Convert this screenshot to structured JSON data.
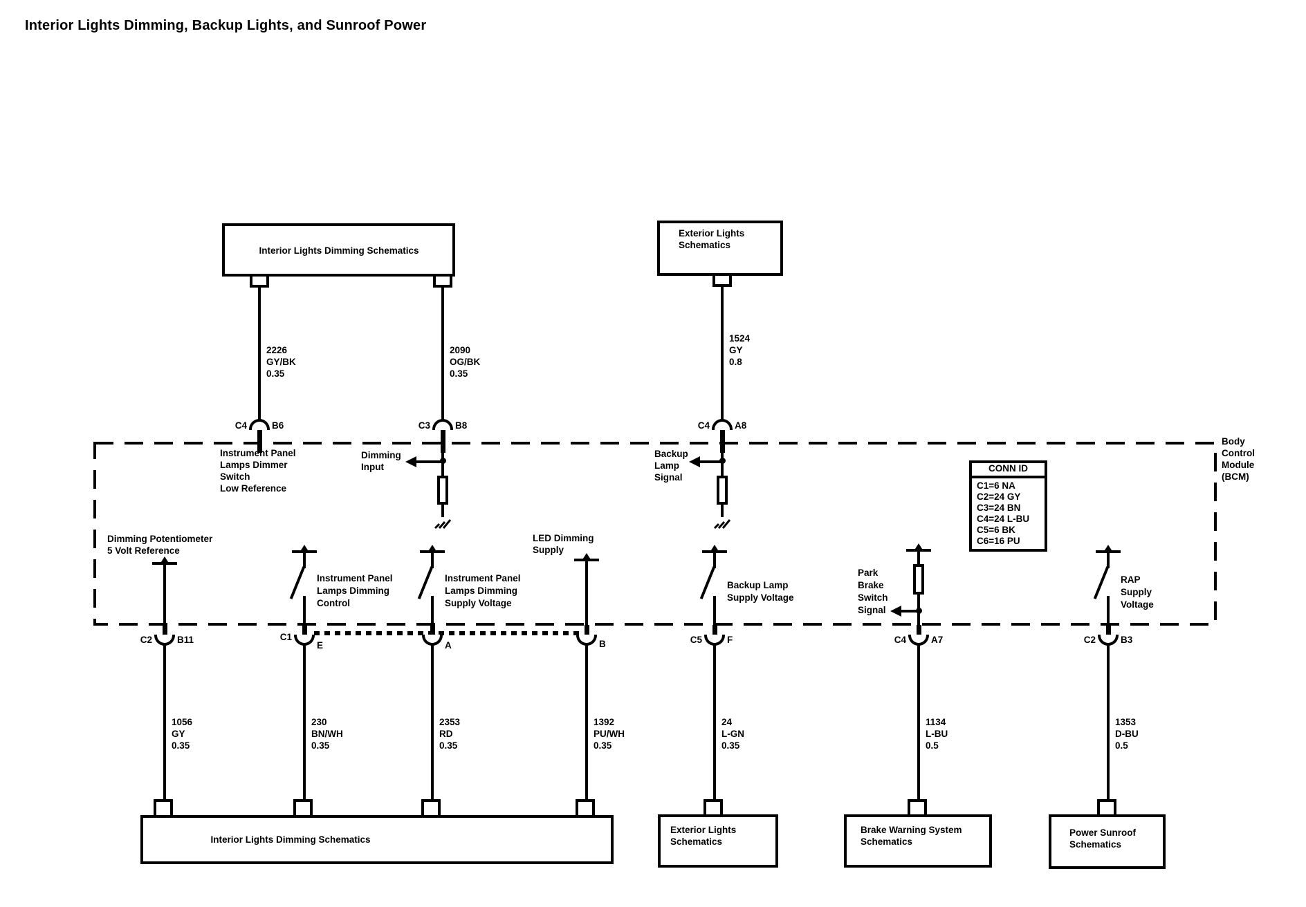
{
  "title": "Interior Lights Dimming, Backup Lights, and Sunroof Power",
  "top_boxes": {
    "interior": {
      "label": "Interior Lights Dimming Schematics"
    },
    "exterior": {
      "lines": [
        "Exterior Lights",
        "Schematics"
      ]
    }
  },
  "top_wires": [
    {
      "lines": [
        "2226",
        "GY/BK",
        "0.35"
      ]
    },
    {
      "lines": [
        "2090",
        "OG/BK",
        "0.35"
      ]
    },
    {
      "lines": [
        "1524",
        "GY",
        "0.8"
      ]
    }
  ],
  "top_connectors": [
    {
      "left": "C4",
      "right": "B6"
    },
    {
      "left": "C3",
      "right": "B8"
    },
    {
      "left": "C4",
      "right": "A8"
    }
  ],
  "bcm": {
    "label_lines": [
      "Body",
      "Control",
      "Module",
      "(BCM)"
    ],
    "conn_id": {
      "header": "CONN ID",
      "rows": [
        "C1=6 NA",
        "C2=24 GY",
        "C3=24 BN",
        "C4=24 L-BU",
        "C5=6 BK",
        "C6=16 PU"
      ]
    },
    "texts": {
      "dimmer_switch": [
        "Instrument Panel",
        "Lamps Dimmer",
        "Switch",
        "Low Reference"
      ],
      "dimming_input": [
        "Dimming",
        "Input"
      ],
      "backup_lamp_signal": [
        "Backup",
        "Lamp",
        "Signal"
      ],
      "dimming_potentiometer": [
        "Dimming Potentiometer",
        "5 Volt Reference"
      ],
      "ip_lamps_dimming_control": [
        "Instrument Panel",
        "Lamps Dimming",
        "Control"
      ],
      "ip_lamps_dimming_supply": [
        "Instrument Panel",
        "Lamps Dimming",
        "Supply Voltage"
      ],
      "led_dimming_supply": [
        "LED Dimming",
        "Supply"
      ],
      "backup_lamp_supply": [
        "Backup Lamp",
        "Supply Voltage"
      ],
      "park_brake_switch": [
        "Park",
        "Brake",
        "Switch",
        "Signal"
      ],
      "rap_supply": [
        "RAP",
        "Supply",
        "Voltage"
      ]
    }
  },
  "bottom_connectors": [
    {
      "left": "C2",
      "right": "B11"
    },
    {
      "left": "C1",
      "right": "E"
    },
    {
      "right": "A"
    },
    {
      "right": "B"
    },
    {
      "left": "C5",
      "right": "F"
    },
    {
      "left": "C4",
      "right": "A7"
    },
    {
      "left": "C2",
      "right": "B3"
    }
  ],
  "bottom_wires": [
    {
      "lines": [
        "1056",
        "GY",
        "0.35"
      ]
    },
    {
      "lines": [
        "230",
        "BN/WH",
        "0.35"
      ]
    },
    {
      "lines": [
        "2353",
        "RD",
        "0.35"
      ]
    },
    {
      "lines": [
        "1392",
        "PU/WH",
        "0.35"
      ]
    },
    {
      "lines": [
        "24",
        "L-GN",
        "0.35"
      ]
    },
    {
      "lines": [
        "1134",
        "L-BU",
        "0.5"
      ]
    },
    {
      "lines": [
        "1353",
        "D-BU",
        "0.5"
      ]
    }
  ],
  "bottom_boxes": [
    {
      "label": "Interior Lights Dimming Schematics"
    },
    {
      "lines": [
        "Exterior Lights",
        "Schematics"
      ]
    },
    {
      "lines": [
        "Brake Warning System",
        "Schematics"
      ]
    },
    {
      "lines": [
        "Power Sunroof",
        "Schematics"
      ]
    }
  ]
}
